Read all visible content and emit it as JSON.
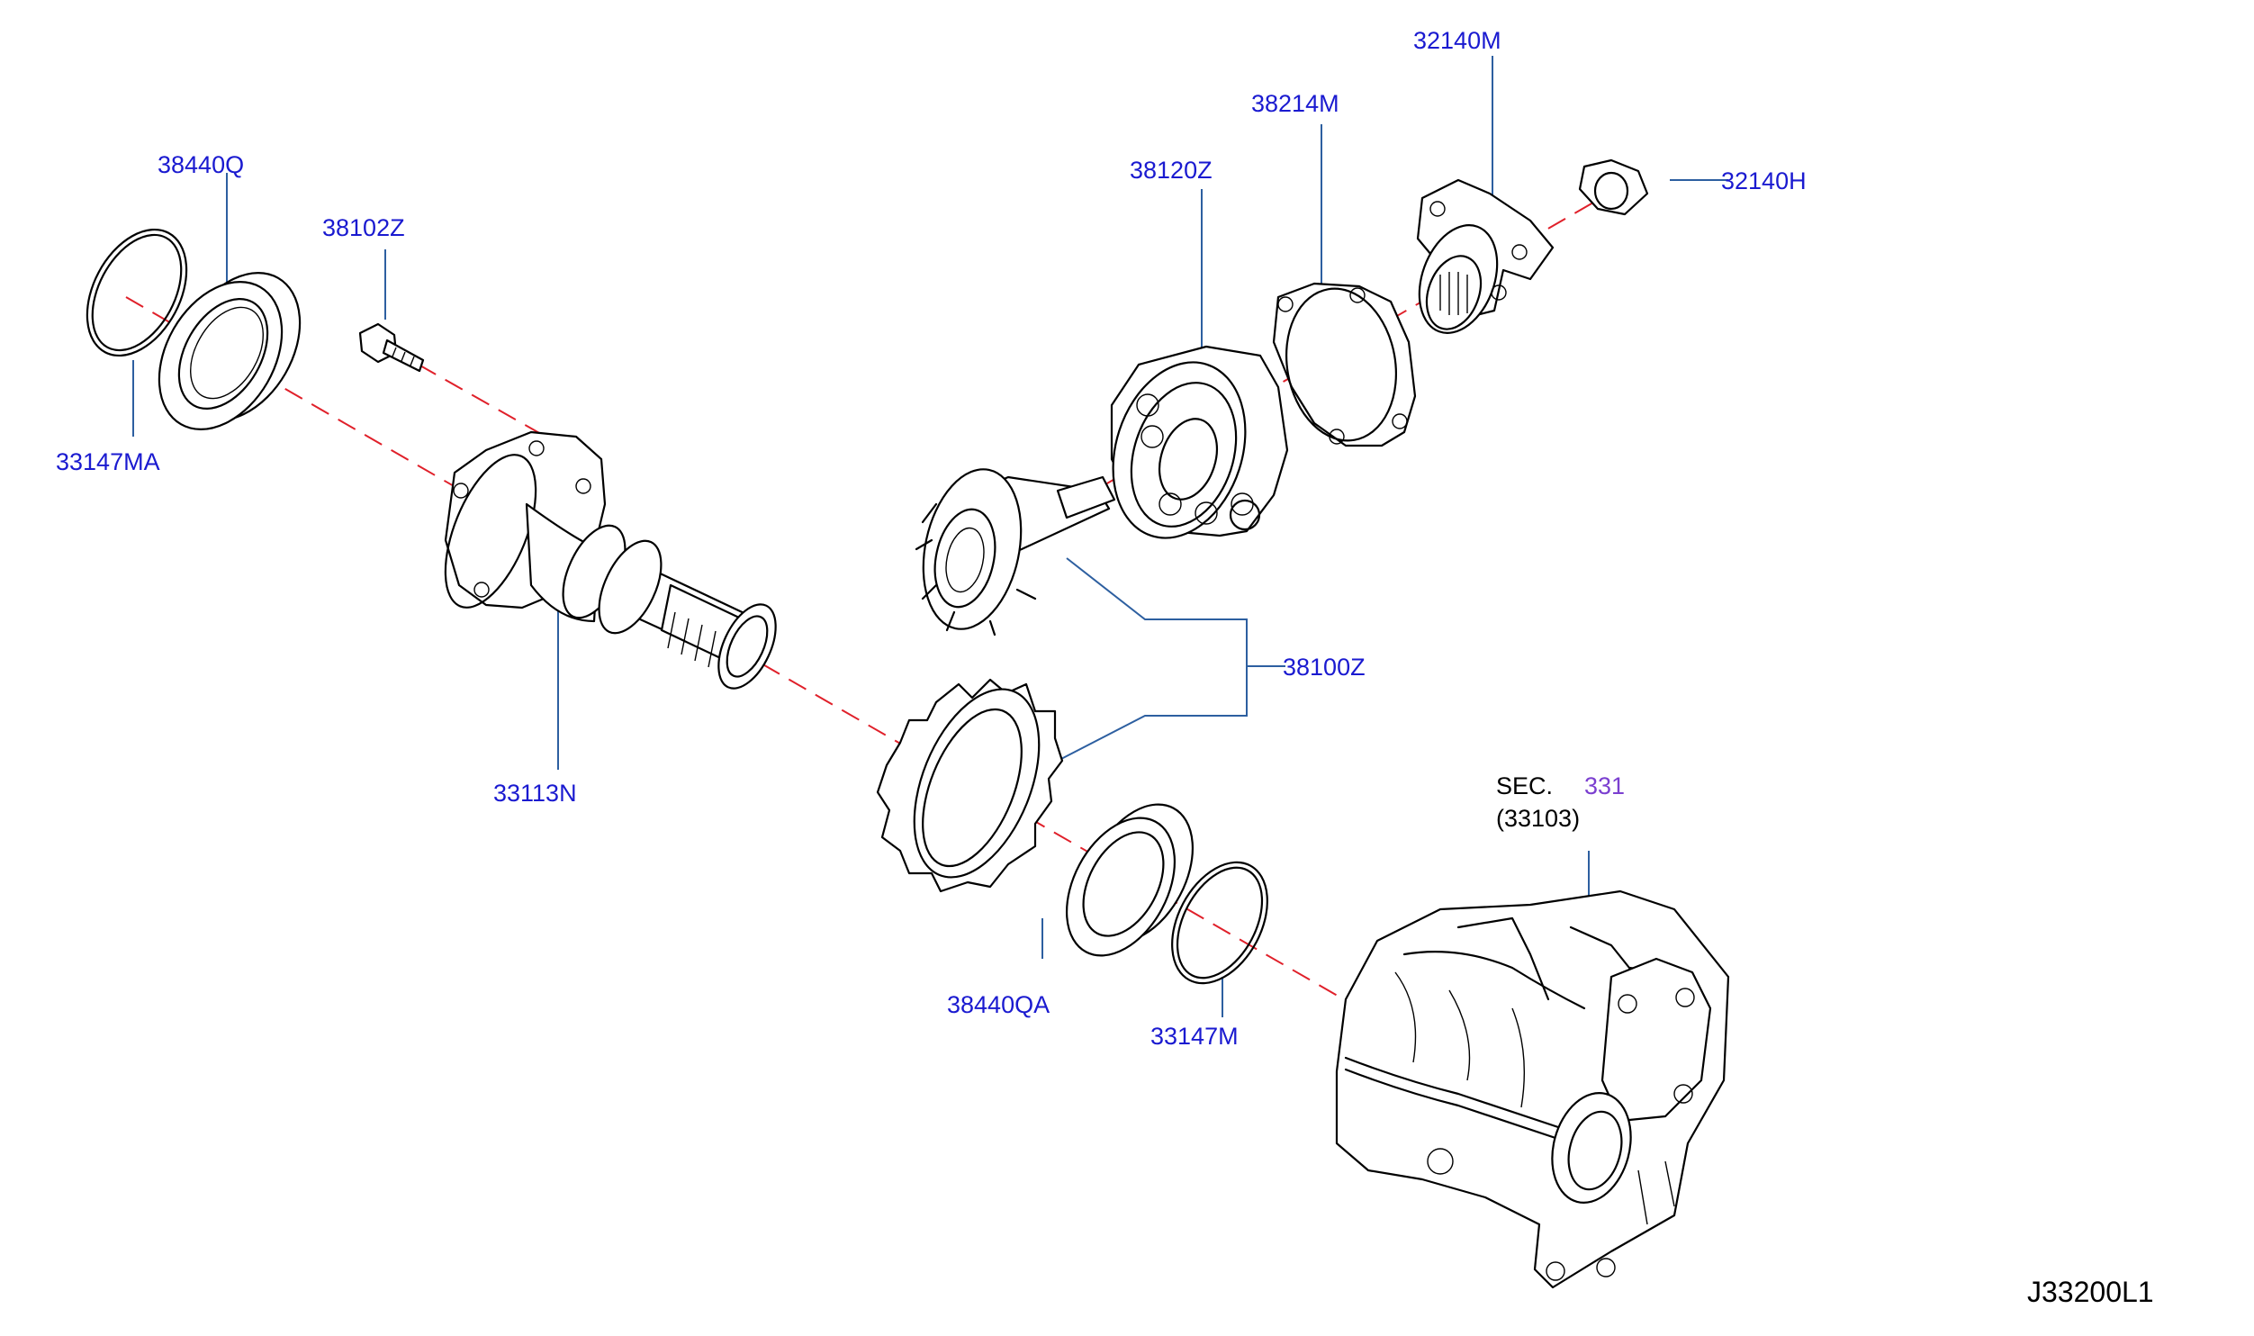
{
  "colors": {
    "part_number": "#1a1ad0",
    "section_ref": "#7b3fd0",
    "text": "#000000",
    "leader": "#2d5fa0",
    "axis": "#e0202a",
    "line": "#000000"
  },
  "parts": {
    "p_38440Q": "38440Q",
    "p_38102Z": "38102Z",
    "p_33147MA": "33147MA",
    "p_33113N": "33113N",
    "p_38120Z": "38120Z",
    "p_38214M": "38214M",
    "p_32140M": "32140M",
    "p_32140H": "32140H",
    "p_38100Z": "38100Z",
    "p_38440QA": "38440QA",
    "p_33147M": "33147M"
  },
  "section": {
    "prefix": "SEC.",
    "number": "331",
    "sub": "(33103)"
  },
  "drawing_id": "J33200L1"
}
